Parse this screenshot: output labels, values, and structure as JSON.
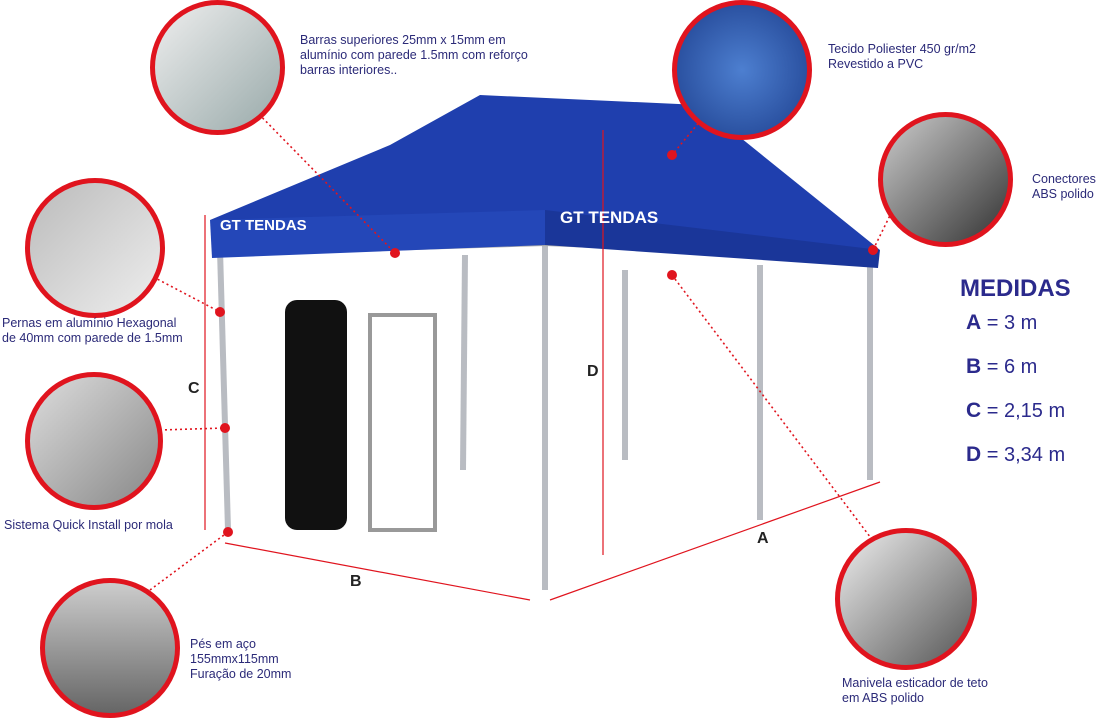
{
  "callouts": {
    "top_bars": "Barras  superiores 25mm x 15mm em\nalumínio com parede 1.5mm com reforço\nbarras interiores..",
    "fabric": "Tecido Poliester 450 gr/m2\nRevestido a PVC",
    "connectors": "Conectores\nABS polido",
    "legs": "Pernas em alumínio Hexagonal\nde 40mm com parede de 1.5mm",
    "quick_install": "Sistema Quick Install por mola",
    "feet": "Pés em aço\n155mmx115mm\nFuração de 20mm",
    "crank": "Manivela esticador de teto\nem ABS polido"
  },
  "brand_logo": "GT TENDAS",
  "dimension_labels": {
    "A": "A",
    "B": "B",
    "C": "C",
    "D": "D"
  },
  "medidas": {
    "title": "MEDIDAS",
    "rows": [
      {
        "key": "A",
        "value": "= 3 m"
      },
      {
        "key": "B",
        "value": "= 6 m"
      },
      {
        "key": "C",
        "value": "= 2,15 m"
      },
      {
        "key": "D",
        "value": "= 3,34 m"
      }
    ]
  },
  "colors": {
    "accent": "#e0141e",
    "canopy": "#1f3fae",
    "text": "#2b2a78"
  }
}
